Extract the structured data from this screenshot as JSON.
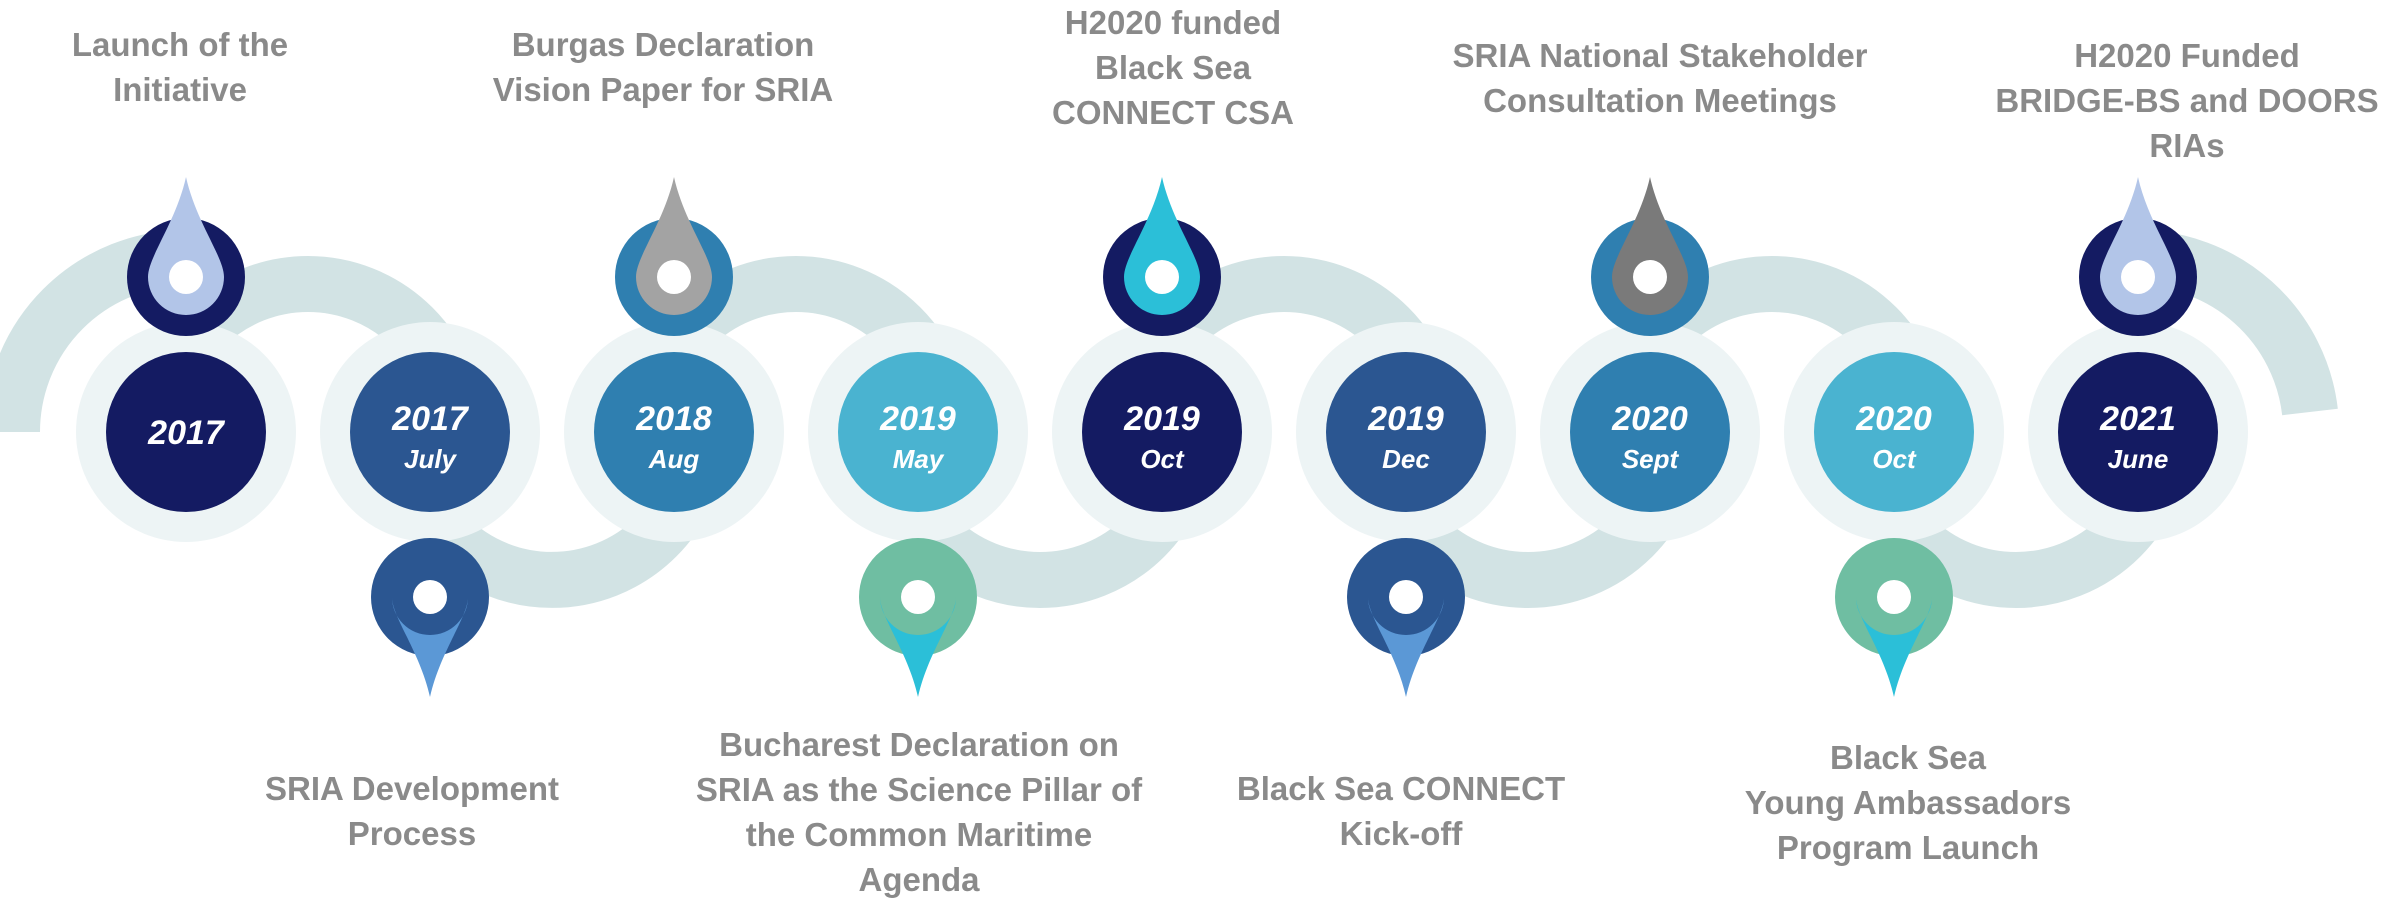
{
  "milestones": [
    {
      "year": "2017",
      "month": "",
      "label": "Launch of the\nInitiative",
      "position": "top"
    },
    {
      "year": "2017",
      "month": "July",
      "label": "SRIA Development\nProcess",
      "position": "bottom"
    },
    {
      "year": "2018",
      "month": "Aug",
      "label": "Burgas Declaration\nVision Paper for SRIA",
      "position": "top"
    },
    {
      "year": "2019",
      "month": "May",
      "label": "Bucharest Declaration on\nSRIA as the Science Pillar  of\nthe Common Maritime\nAgenda",
      "position": "bottom"
    },
    {
      "year": "2019",
      "month": "Oct",
      "label": "H2020 funded\nBlack Sea\nCONNECT CSA",
      "position": "top"
    },
    {
      "year": "2019",
      "month": "Dec",
      "label": "Black Sea CONNECT\nKick-off",
      "position": "bottom"
    },
    {
      "year": "2020",
      "month": "Sept",
      "label": "SRIA National Stakeholder\nConsultation Meetings",
      "position": "top"
    },
    {
      "year": "2020",
      "month": "Oct",
      "label": "Black Sea\nYoung Ambassadors\nProgram Launch",
      "position": "bottom"
    },
    {
      "year": "2021",
      "month": "June",
      "label": "H2020 Funded\nBRIDGE-BS and DOORS\nRIAs",
      "position": "top"
    }
  ],
  "colors": {
    "wave": "#d2e3e4",
    "ring": "#edf4f5",
    "label_text": "#8a8a8a",
    "circle_fills": [
      "#141b62",
      "#2b5691",
      "#2f7fb0",
      "#4ab3d0",
      "#141b62",
      "#2b5691",
      "#2f7fb0",
      "#4ab3d0",
      "#141b62"
    ],
    "pin_outer": [
      "#141b62",
      "#2b5691",
      "#2f7fb0",
      "#6fbea2",
      "#141b62",
      "#2b5691",
      "#2f7fb0",
      "#6fbea2",
      "#141b62"
    ],
    "pin_drop": [
      "#b2c5e8",
      "#5b98d6",
      "#a3a3a3",
      "#2bbfd8",
      "#2bbfd8",
      "#5b98d6",
      "#7a7a7a",
      "#2bbfd8",
      "#b2c5e8"
    ]
  }
}
